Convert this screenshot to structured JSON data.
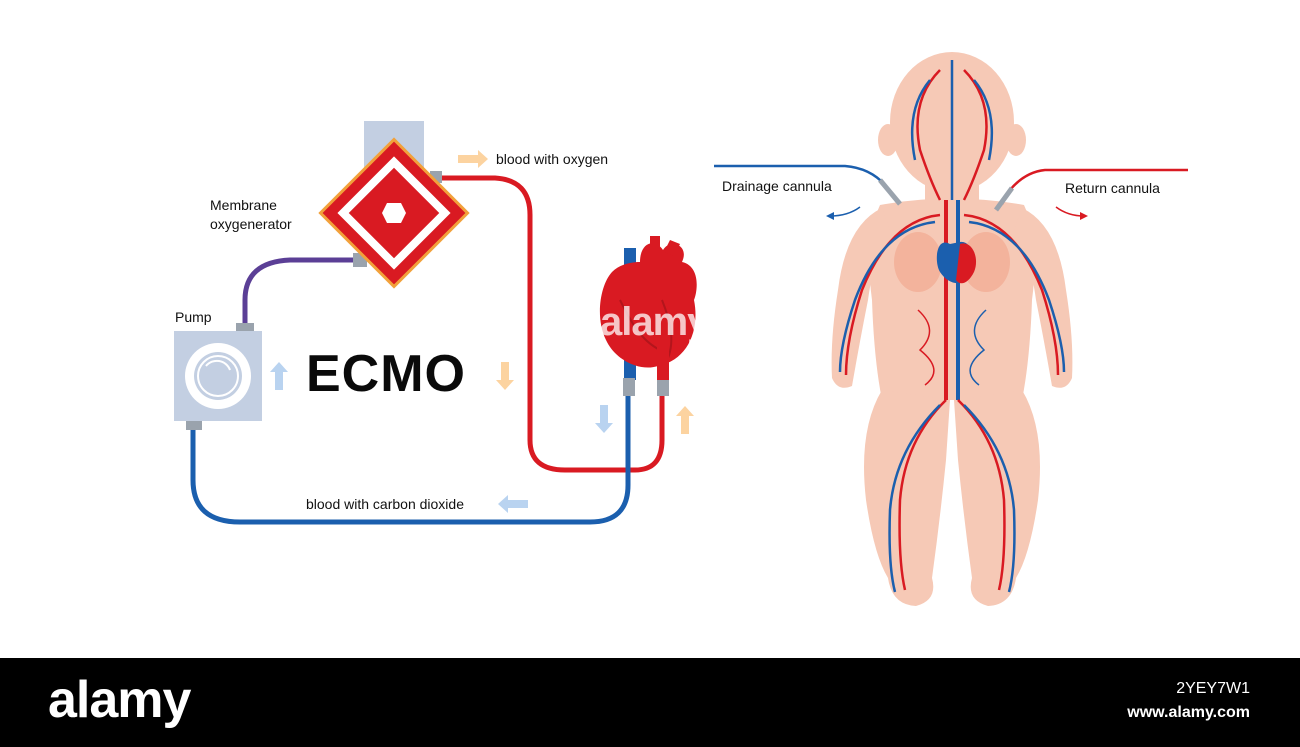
{
  "diagram": {
    "title": "ECMO",
    "labels": {
      "membrane": [
        "Membrane",
        "oxygenerator"
      ],
      "pump": "Pump",
      "oxygen_flow": "blood with oxygen",
      "co2_flow": "blood with carbon dioxide",
      "drainage": "Drainage cannula",
      "return": "Return cannula"
    },
    "colors": {
      "oxygenated": "#d91a22",
      "deoxygenated": "#1b5fae",
      "mixed_tube": "#5b3f96",
      "skin": "#f6c9b6",
      "arrow_orange": "#fcd3a0",
      "arrow_blue": "#b9d3f0"
    }
  },
  "footer": {
    "logo": "alamy",
    "image_id": "2YEY7W1",
    "site": "www.alamy.com",
    "watermark": "alamy"
  }
}
